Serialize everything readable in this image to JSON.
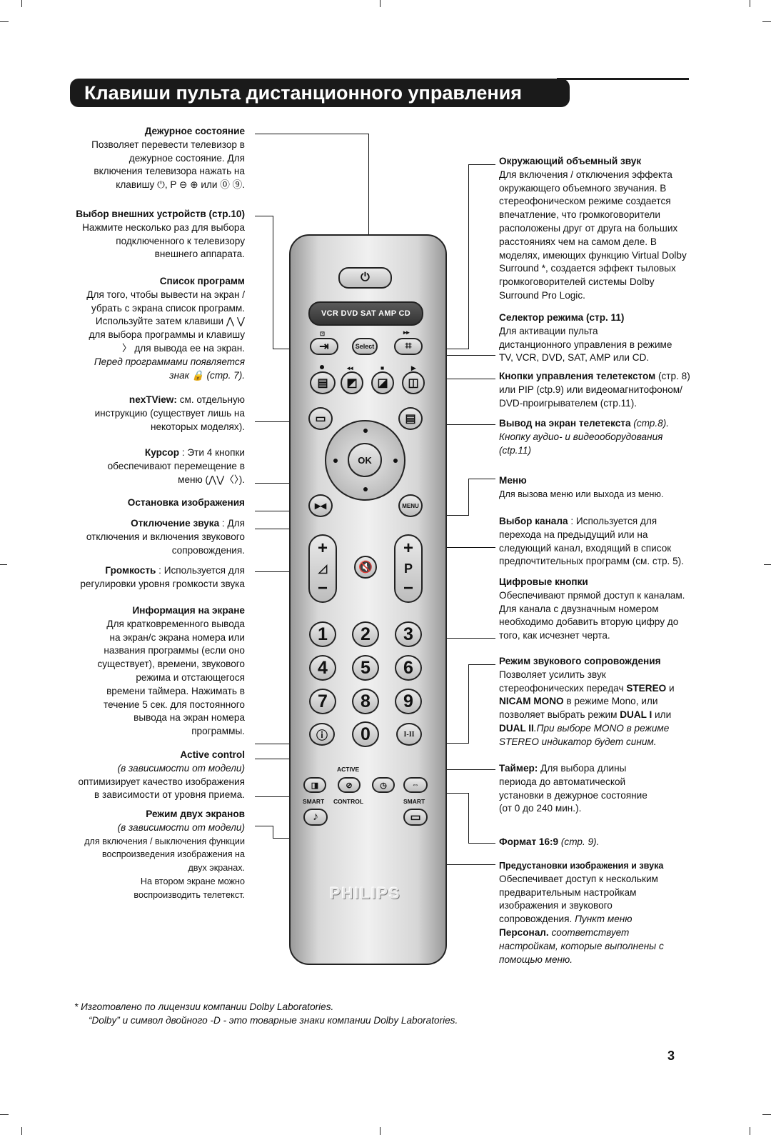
{
  "title": "Клавиши пульта дистанционного управления",
  "left": {
    "standby": {
      "head": "Дежурное состояние",
      "l1": "Позволяет перевести телевизор в",
      "l2": "дежурное состояние. Для",
      "l3": "включения телевизора нажать на",
      "l4": "клавишу ⏻, P ⊖ ⊕ или ⓪ ⑨."
    },
    "ext": {
      "head": "Выбор внешних устройств (стр.10)",
      "l1": "Нажмите несколько раз для выбора",
      "l2": "подключенного к телевизору",
      "l3": "внешнего аппарата."
    },
    "list": {
      "head": "Список программ",
      "l1": "Для того, чтобы вывести на экран /",
      "l2": "убрать с экрана список программ.",
      "l3": "Используйте затем клавиши ⋀ ⋁",
      "l4": "для выбора программы и клавишу",
      "l5": "〉 для вывода ее на экран.",
      "l6": "Перед программами появляется",
      "l7": "знак 🔒 (стр. 7)."
    },
    "nextview": {
      "head": "nexTView:",
      "l1a": " см. отдельную",
      "l2": "инструкцию (существует лишь на",
      "l3": "некоторых моделях)."
    },
    "cursor": {
      "head": "Курсор",
      "l1a": " : Эти 4 кнопки",
      "l2": "обеспечивают перемещение в",
      "l3": "меню (⋀⋁〈〉)."
    },
    "freeze": {
      "head": "Остановка изображения"
    },
    "mute": {
      "head": "Отключение звука",
      "l1a": " : Для",
      "l2": "отключения и включения звукового",
      "l3": "сопровождения."
    },
    "volume": {
      "head": "Громкость",
      "l1a": " : Используется для",
      "l2": "регулировки уровня громкости звука"
    },
    "info": {
      "head": "Информация на экране",
      "l1": "Для кратковременного вывода",
      "l2": "на экран/с экрана номера или",
      "l3": "названия программы (если оно",
      "l4": "существует), времени, звукового",
      "l5": "режима и отстающегося",
      "l6": "времени таймера. Нажимать в",
      "l7": "течение 5 сек. для постоянного",
      "l8": "вывода на экран номера",
      "l9": "программы."
    },
    "active": {
      "head": "Active control",
      "l1": "(в зависимости от модели)",
      "l2": "оптимизирует качество изображения",
      "l3": "в зависимости от уровня приема."
    },
    "dual": {
      "head": "Режим двух экранов",
      "l1": "(в зависимости от модели)",
      "l2": "для включения / выключения функции",
      "l3": "воспроизведения изображения на",
      "l4": "двух экранах.",
      "l5": "На втором экране можно",
      "l6": "воспроизводить телетекст."
    }
  },
  "right": {
    "surround": {
      "head": "Окружающий объемный звук",
      "l1": "Для включения / отключения эффекта",
      "l2": "окружающего объемного звучания. В",
      "l3": "стереофоническом режиме создается",
      "l4": "впечатление, что громкоговорители",
      "l5": "расположены друг от друга на больших",
      "l6": "расстояниях чем на самом деле. В",
      "l7": "моделях, имеющих функцию Virtual Dolby",
      "l8": "Surround *, создается эффект тыловых",
      "l9": "громкоговорителей системы Dolby",
      "l10": "Surround Pro Logic."
    },
    "select": {
      "head": "Селектор режима (стр. 11)",
      "l1": "Для активации пульта",
      "l2": "дистанционного управления в режиме",
      "l3": "TV, VCR, DVD, SAT, AMP или CD."
    },
    "ttctl": {
      "head": "Кнопки управления телетекстом",
      "l1a": " (стр. 8)",
      "l2": "или PIP (ctp.9) или видеомагнитофоном/",
      "l3": "DVD-проигрывателем (стр.11)."
    },
    "tt": {
      "head": "Вывод на экран телетекста",
      "l1a": " (стр.8).",
      "l2": "Кнопку аудио- и видеооборудования",
      "l3": "(ctp.11)"
    },
    "menu": {
      "head": "Меню",
      "l1": "Для вызова меню или выхода из меню."
    },
    "prog": {
      "head": "Выбор канала",
      "l1a": " : Используется для",
      "l2": "перехода на предыдущий или на",
      "l3": "следующий канал, входящий в список",
      "l4": "предпочтительных программ (см. стр. 5)."
    },
    "digits": {
      "head": "Цифровые кнопки",
      "l1": "Обеспечивают прямой доступ к каналам.",
      "l2": "Для канала с двузначным номером",
      "l3": "необходимо добавить вторую цифру до",
      "l4": "того, как исчезнет черта."
    },
    "sound": {
      "head": "Режим звукового сопровождения",
      "l1": "Позволяет усилить звук",
      "l2a": "стереофонических передач ",
      "l2b": "STEREO",
      "l2c": " и",
      "l3a": "NICAM MONO",
      "l3b": " в режиме Mono, или",
      "l4a": "позволяет выбрать режим ",
      "l4b": "DUAL I",
      "l4c": " или",
      "l5a": "DUAL II",
      "l5b": ".При выборе MONO в режиме",
      "l6": "STEREO индикатор будет синим."
    },
    "timer": {
      "head": "Таймер:",
      "l1a": " Для выбора длины",
      "l2": "периода до автоматической",
      "l3": "установки в дежурное состояние",
      "l4": "(от 0 до 240 мин.)."
    },
    "format": {
      "head": "Формат 16:9",
      "l1a": " (стр. 9)."
    },
    "smart": {
      "head": "Предустановки изображения и звука",
      "l1": "Обеспечивает доступ к нескольким",
      "l2": "предварительным настройкам",
      "l3": "изображения и звукового",
      "l4a": "сопровождения. ",
      "l4b": "Пункт меню",
      "l5a": "Персонал.",
      "l5b": " соответствует",
      "l6": "настройкам, которые выполнены с",
      "l7": "помощью меню."
    }
  },
  "remote": {
    "mode_bar": "VCR DVD SAT AMP CD",
    "select": "Select",
    "ok": "OK",
    "menu": "MENU",
    "p": "P",
    "digits": [
      "1",
      "2",
      "3",
      "4",
      "5",
      "6",
      "7",
      "8",
      "9",
      "0"
    ],
    "dual_sound": "I-II",
    "active": "ACTIVE",
    "smart_l": "SMART",
    "control": "CONTROL",
    "smart_r": "SMART",
    "brand": "PHILIPS"
  },
  "footnote": {
    "l1": "* Изготовлено по лицензии компании Dolby Laboratories.",
    "l2": "“Dolby” и символ двойного -D - это товарные знаки компании Dolby Laboratories."
  },
  "page_number": "3"
}
